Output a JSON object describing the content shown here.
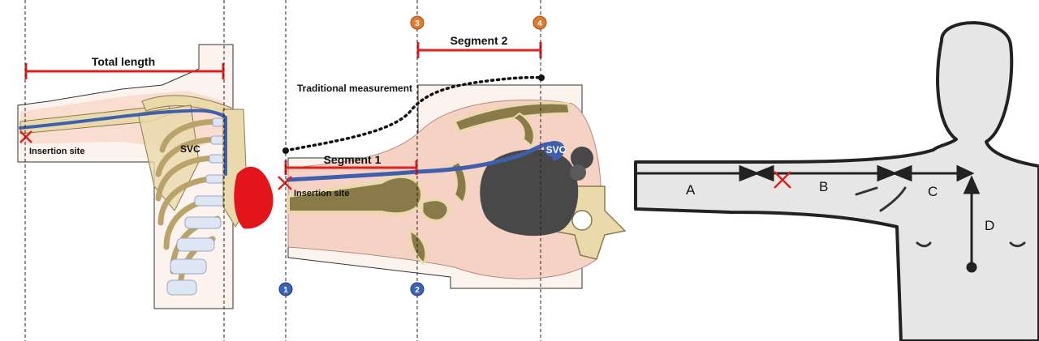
{
  "colors": {
    "measure_red": "#e0201e",
    "vein_blue": "#3f5fae",
    "marker_orange": "#e07b2f",
    "marker_blue": "#3c62b6",
    "skin": "#f8ddd0",
    "bone": "#e9d9ab",
    "bone_inner": "#8a7a4a",
    "silhouette": "#e6e6e6"
  },
  "left_panel": {
    "total_length_label": "Total length",
    "svc_label": "SVC",
    "insertion_label": "Insertion site"
  },
  "middle_panel": {
    "segment1_label": "Segment 1",
    "segment2_label": "Segment 2",
    "traditional_label": "Traditional measurement",
    "svc_label": "SVC",
    "insertion_label": "Insertion site",
    "markers": [
      {
        "id": "1",
        "color": "blue"
      },
      {
        "id": "2",
        "color": "blue"
      },
      {
        "id": "3",
        "color": "orange"
      },
      {
        "id": "4",
        "color": "orange"
      }
    ]
  },
  "right_panel": {
    "segment_letters": [
      "A",
      "B",
      "C",
      "D"
    ]
  }
}
